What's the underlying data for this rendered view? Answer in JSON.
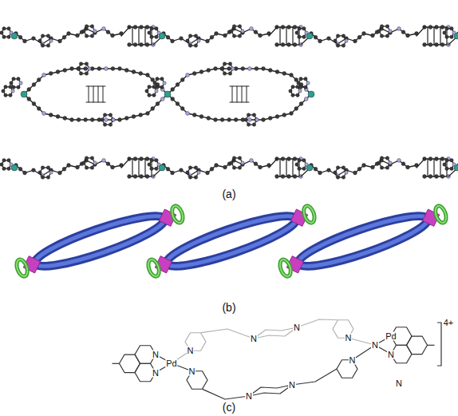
{
  "diagram": {
    "labels": [
      "(a)",
      "(b)",
      "(c)",
      "4+",
      "N",
      "N",
      "Pd",
      "N",
      "N",
      "N",
      "N",
      "N",
      "N",
      "N",
      "N",
      "N",
      "Pd",
      "N",
      "N"
    ]
  }
}
